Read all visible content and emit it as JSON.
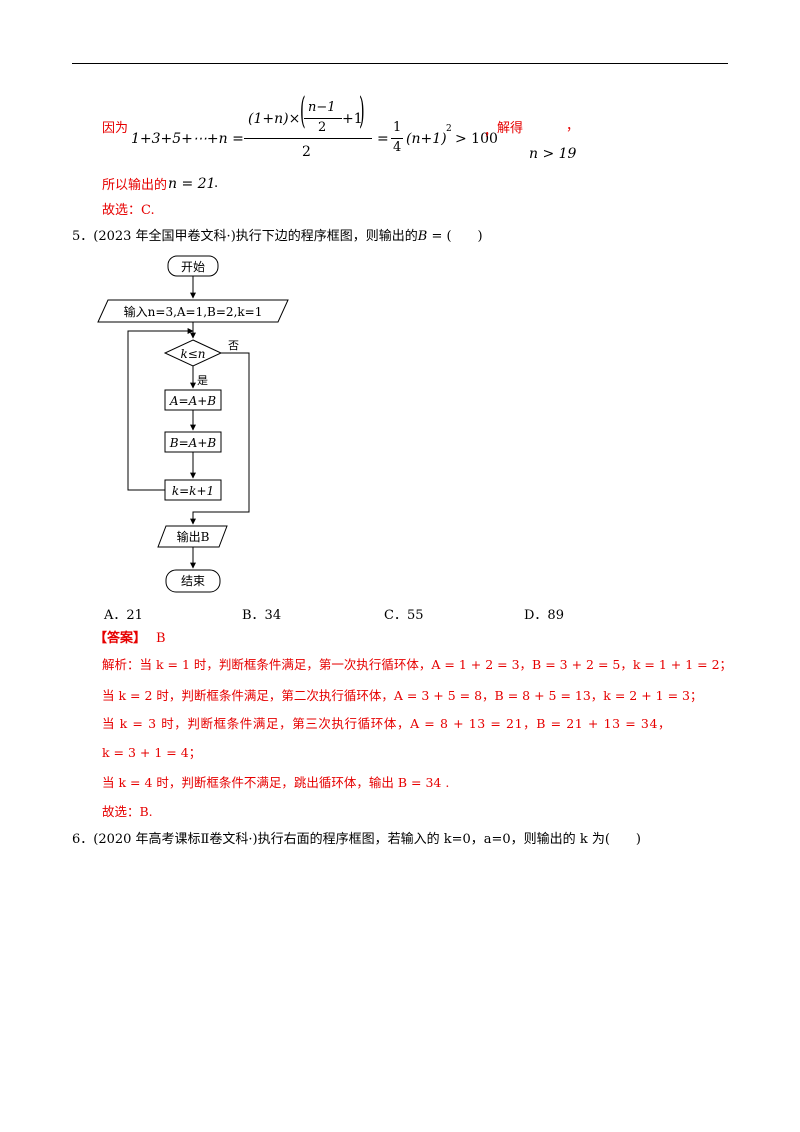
{
  "prev_solution": {
    "because": "因为",
    "sum_lhs": "1+3+5+⋯+n =",
    "num_left": "(1+n)×",
    "num_frac_top": "n−1",
    "num_frac_bottom": "2",
    "num_plus": "+1",
    "denominator": "2",
    "eq": "=",
    "quarter_top": "1",
    "quarter_bottom": "4",
    "rhs": "(n+1)",
    "sq": "2",
    "gt": "> 100",
    "comma": "，",
    "solve": "解得",
    "solve_result": "n > 19",
    "comma2": "，",
    "so_output": "所以输出的",
    "n_eq": "n = 21",
    "period": ".",
    "choice": "故选：C."
  },
  "q5": {
    "stem": "5．(2023 年全国甲卷文科·)执行下边的程序框图，则输出的",
    "stem_var": "B",
    "stem_end": " = (　　)",
    "flow": {
      "start": "开始",
      "input": "输入n=3,A=1,B=2,k=1",
      "cond": "k≤n",
      "no": "否",
      "yes": "是",
      "step1": "A=A+B",
      "step2": "B=A+B",
      "step3": "k=k+1",
      "output": "输出B",
      "end": "结束"
    },
    "options": [
      "A．21",
      "B．34",
      "C．55",
      "D．89"
    ],
    "answer_label": "【答案】",
    "answer_value": "B",
    "analysis": [
      "解析：当 k = 1 时，判断框条件满足，第一次执行循环体，A = 1 + 2 = 3，B = 3 + 2 = 5，k = 1 + 1 = 2；",
      "当 k = 2 时，判断框条件满足，第二次执行循环体，A = 3 + 5 = 8，B = 8 + 5 = 13，k = 2 + 1 = 3；",
      "当 k = 3 时，判断框条件满足，第三次执行循环体，A = 8 + 13 = 21，B = 21 + 13 = 34，",
      "k = 3 + 1 = 4；",
      "当 k = 4 时，判断框条件不满足，跳出循环体，输出 B = 34 .",
      "故选：B."
    ]
  },
  "q6": {
    "stem": "6．(2020 年高考课标Ⅱ卷文科·)执行右面的程序框图，若输入的 k=0，a=0，则输出的 k 为(　　)"
  }
}
